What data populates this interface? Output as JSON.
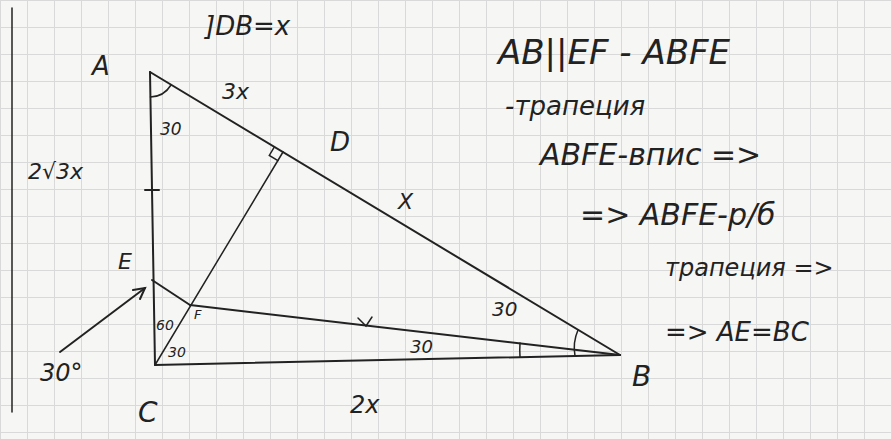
{
  "diagram": {
    "labels": [
      "]DB=x",
      "A",
      "3x",
      "D",
      "2√3x",
      "30",
      "X",
      "30",
      "E",
      "60",
      "F",
      "30",
      "30",
      "30°",
      "2x",
      "C",
      "B",
      "AB||EF - ABFE",
      "-трапеция",
      "ABFE-впис =>",
      "=> ABFE-р/б",
      "трапеция =>",
      "=> AE=BC"
    ]
  }
}
